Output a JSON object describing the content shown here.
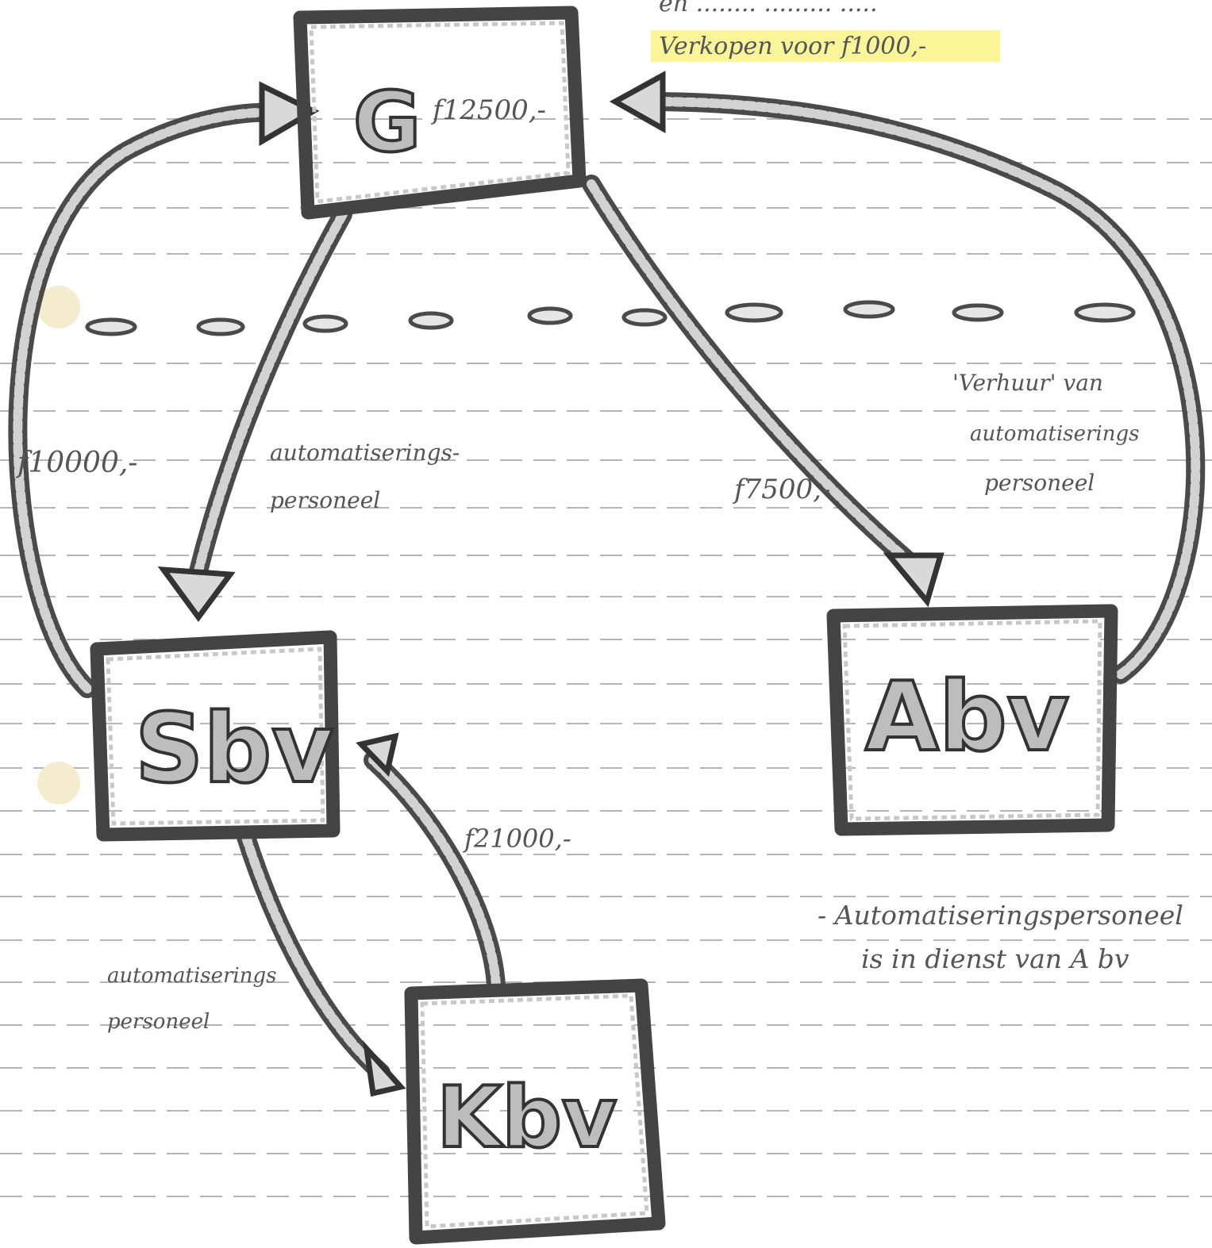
{
  "top_note": {
    "line1": "en ........ ......... .....",
    "line2": "Verkopen voor f1000,-"
  },
  "nodes": {
    "g": {
      "label": "G",
      "value": "f12500,-"
    },
    "s": {
      "label": "Sbv"
    },
    "a": {
      "label": "Abv"
    },
    "k": {
      "label": "Kbv"
    }
  },
  "edges": {
    "s_to_g_amount": "f10000,-",
    "g_to_s_label_1": "automatiserings-",
    "g_to_s_label_2": "personeel",
    "g_to_a_amount": "f7500,-",
    "a_to_g_label_1": "'Verhuur' van",
    "a_to_g_label_2": "automatiserings",
    "a_to_g_label_3": "personeel",
    "k_to_s_amount": "f21000,-",
    "s_to_k_label_1": "automatiserings",
    "s_to_k_label_2": "personeel"
  },
  "side_note": {
    "line1": "- Automatiseringspersoneel",
    "line2": "is in dienst van A bv"
  },
  "colors": {
    "highlight": "#fbf59a",
    "ink": "#444444",
    "paper": "#ffffff"
  }
}
